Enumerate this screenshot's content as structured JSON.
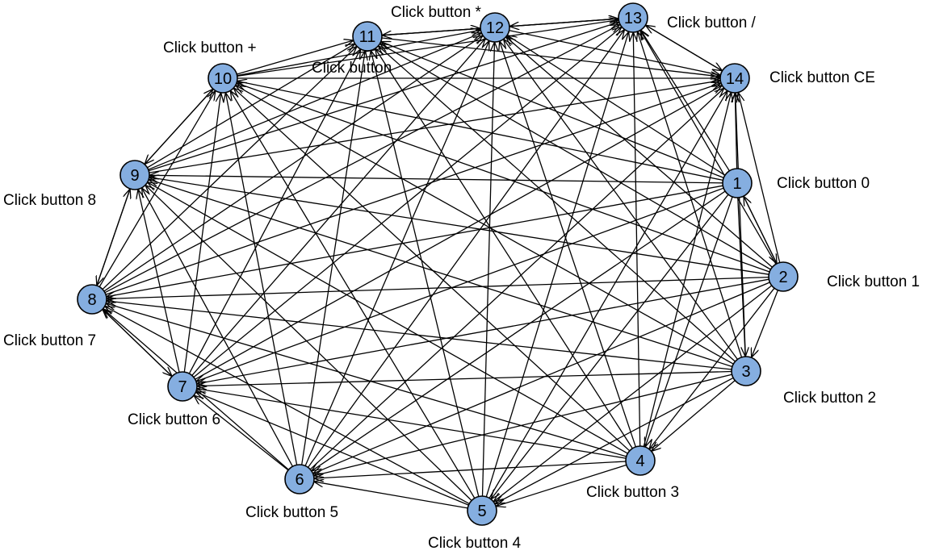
{
  "diagram": {
    "colors": {
      "node_fill": "#85aee0",
      "edge": "#000000",
      "text": "#000000"
    },
    "nodes": [
      {
        "id": "1",
        "label": "Click button 0"
      },
      {
        "id": "2",
        "label": "Click button 1"
      },
      {
        "id": "3",
        "label": "Click button 2"
      },
      {
        "id": "4",
        "label": "Click button 3"
      },
      {
        "id": "5",
        "label": "Click button 4"
      },
      {
        "id": "6",
        "label": "Click button 5"
      },
      {
        "id": "7",
        "label": "Click button 6"
      },
      {
        "id": "8",
        "label": "Click button 7"
      },
      {
        "id": "9",
        "label": "Click button 8"
      },
      {
        "id": "10",
        "label": "Click button +"
      },
      {
        "id": "11",
        "label": "Click button"
      },
      {
        "id": "12",
        "label": "Click button *"
      },
      {
        "id": "13",
        "label": "Click button /"
      },
      {
        "id": "14",
        "label": "Click button CE"
      }
    ],
    "edges": [
      [
        "1",
        "2"
      ],
      [
        "1",
        "3"
      ],
      [
        "1",
        "4"
      ],
      [
        "1",
        "5"
      ],
      [
        "1",
        "6"
      ],
      [
        "1",
        "7"
      ],
      [
        "1",
        "8"
      ],
      [
        "1",
        "9"
      ],
      [
        "1",
        "10"
      ],
      [
        "1",
        "11"
      ],
      [
        "1",
        "12"
      ],
      [
        "1",
        "13"
      ],
      [
        "1",
        "14"
      ],
      [
        "2",
        "3"
      ],
      [
        "2",
        "4"
      ],
      [
        "2",
        "5"
      ],
      [
        "2",
        "6"
      ],
      [
        "2",
        "7"
      ],
      [
        "2",
        "8"
      ],
      [
        "2",
        "9"
      ],
      [
        "2",
        "10"
      ],
      [
        "2",
        "11"
      ],
      [
        "2",
        "12"
      ],
      [
        "2",
        "13"
      ],
      [
        "2",
        "14"
      ],
      [
        "3",
        "4"
      ],
      [
        "3",
        "5"
      ],
      [
        "3",
        "6"
      ],
      [
        "3",
        "7"
      ],
      [
        "3",
        "8"
      ],
      [
        "3",
        "9"
      ],
      [
        "3",
        "10"
      ],
      [
        "3",
        "11"
      ],
      [
        "3",
        "12"
      ],
      [
        "3",
        "13"
      ],
      [
        "3",
        "14"
      ],
      [
        "4",
        "5"
      ],
      [
        "4",
        "6"
      ],
      [
        "4",
        "7"
      ],
      [
        "4",
        "8"
      ],
      [
        "4",
        "9"
      ],
      [
        "4",
        "10"
      ],
      [
        "4",
        "11"
      ],
      [
        "4",
        "12"
      ],
      [
        "4",
        "13"
      ],
      [
        "4",
        "14"
      ],
      [
        "5",
        "6"
      ],
      [
        "5",
        "7"
      ],
      [
        "5",
        "8"
      ],
      [
        "5",
        "9"
      ],
      [
        "5",
        "10"
      ],
      [
        "5",
        "11"
      ],
      [
        "5",
        "12"
      ],
      [
        "5",
        "13"
      ],
      [
        "5",
        "14"
      ],
      [
        "6",
        "7"
      ],
      [
        "6",
        "8"
      ],
      [
        "6",
        "9"
      ],
      [
        "6",
        "10"
      ],
      [
        "6",
        "11"
      ],
      [
        "6",
        "12"
      ],
      [
        "6",
        "13"
      ],
      [
        "6",
        "14"
      ],
      [
        "7",
        "8"
      ],
      [
        "7",
        "9"
      ],
      [
        "7",
        "10"
      ],
      [
        "7",
        "11"
      ],
      [
        "7",
        "12"
      ],
      [
        "7",
        "13"
      ],
      [
        "7",
        "14"
      ],
      [
        "8",
        "9"
      ],
      [
        "8",
        "10"
      ],
      [
        "8",
        "11"
      ],
      [
        "8",
        "12"
      ],
      [
        "8",
        "13"
      ],
      [
        "8",
        "14"
      ],
      [
        "9",
        "10"
      ],
      [
        "9",
        "11"
      ],
      [
        "9",
        "12"
      ],
      [
        "9",
        "13"
      ],
      [
        "9",
        "14"
      ],
      [
        "10",
        "11"
      ],
      [
        "10",
        "12"
      ],
      [
        "10",
        "13"
      ],
      [
        "10",
        "14"
      ],
      [
        "11",
        "12"
      ],
      [
        "11",
        "13"
      ],
      [
        "11",
        "14"
      ],
      [
        "12",
        "13"
      ],
      [
        "12",
        "14"
      ],
      [
        "13",
        "14"
      ],
      [
        "14",
        "13"
      ],
      [
        "13",
        "12"
      ],
      [
        "10",
        "9"
      ],
      [
        "9",
        "8"
      ],
      [
        "8",
        "7"
      ],
      [
        "2",
        "1"
      ],
      [
        "12",
        "11"
      ]
    ]
  }
}
